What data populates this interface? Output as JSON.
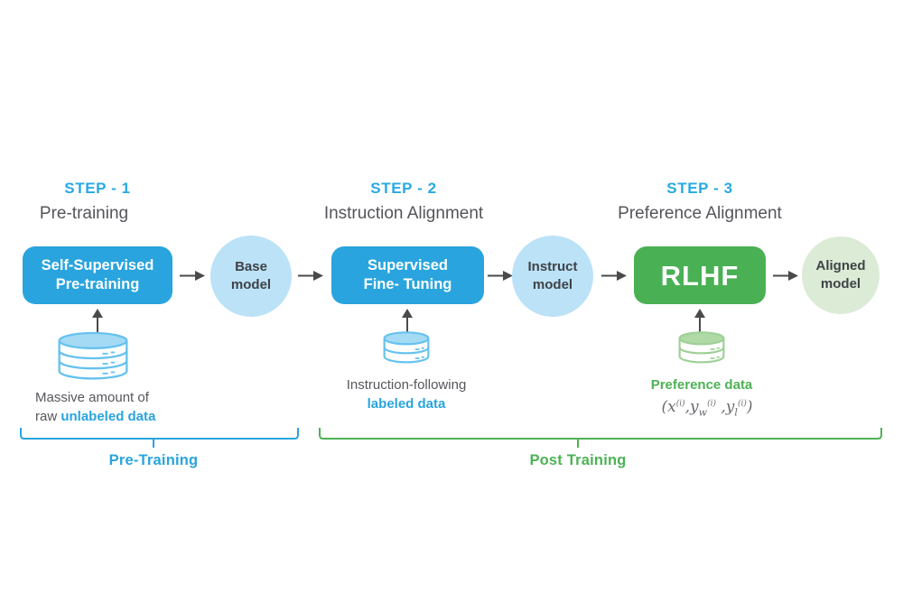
{
  "colors": {
    "blue_box": "#29A4DE",
    "step_blue": "#29A9E2",
    "light_blue_circle": "#BCE2F7",
    "green_box": "#4AB054",
    "light_green_circle": "#DCEBD6",
    "green_text": "#4DB254",
    "dark_text": "#3E4347",
    "gray_text": "#56575C",
    "arrow_gray": "#4A4A4A",
    "cylinder_blue_stroke": "#66C2EE",
    "cylinder_blue_top": "#A5DAF4",
    "cylinder_green_stroke": "#9FD097",
    "cylinder_green_top": "#AFD9A5"
  },
  "columns": [
    {
      "step_label": "STEP - 1",
      "title": "Pre-training",
      "process_line1": "Self-Supervised",
      "process_line2": "Pre-training",
      "model_line1": "Base",
      "model_line2": "model",
      "caption_line1": "Massive amount of",
      "caption_line2_plain": "raw ",
      "caption_line2_highlight": "unlabeled data"
    },
    {
      "step_label": "STEP - 2",
      "title": "Instruction Alignment",
      "process_line1": "Supervised",
      "process_line2": "Fine- Tuning",
      "model_line1": "Instruct",
      "model_line2": "model",
      "caption_line1": "Instruction-following",
      "caption_line2_highlight": "labeled data"
    },
    {
      "step_label": "STEP - 3",
      "title": "Preference Alignment",
      "process_label": "RLHF",
      "model_line1": "Aligned",
      "model_line2": "model",
      "caption_highlight": "Preference data",
      "formula": {
        "open": "(x",
        "sup1": "(i)",
        "mid1": ",y",
        "sub1": "w",
        "sup2": "(i)",
        "mid2": " ,y",
        "sub2": "l",
        "sup3": "(i)",
        "close": ")"
      }
    }
  ],
  "braces": {
    "pre_training_label": "Pre-Training",
    "post_training_label": "Post Training"
  }
}
